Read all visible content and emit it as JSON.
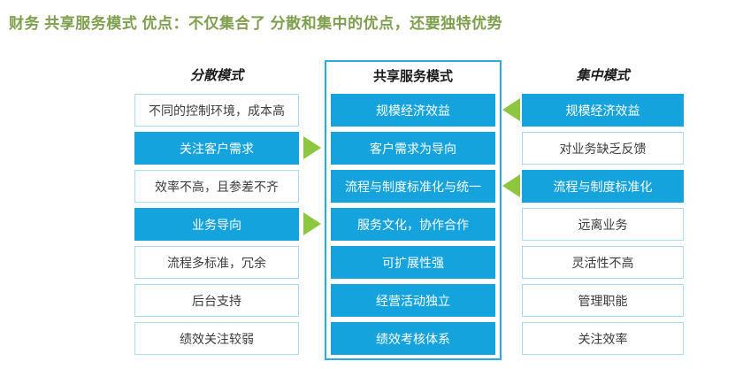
{
  "title": "财务 共享服务模式 优点：不仅集合了 分散和集中的优点，还要独特优势",
  "colors": {
    "title_green": "#7EA04E",
    "item_blue": "#14A3DC",
    "light_blue_border": "#A9DBF2",
    "panel_border_blue": "#29ABE2",
    "arrow_green": "#8DC63F"
  },
  "columns": {
    "left": {
      "header": "分散模式",
      "items": [
        {
          "label": "不同的控制环境，成本高",
          "highlight": false
        },
        {
          "label": "关注客户需求",
          "highlight": true
        },
        {
          "label": "效率不高，且参差不齐",
          "highlight": false
        },
        {
          "label": "业务导向",
          "highlight": true
        },
        {
          "label": "流程多标准，冗余",
          "highlight": false
        },
        {
          "label": "后台支持",
          "highlight": false
        },
        {
          "label": "绩效关注较弱",
          "highlight": false
        }
      ]
    },
    "middle": {
      "header": "共享服务模式",
      "items": [
        {
          "label": "规模经济效益",
          "highlight": true
        },
        {
          "label": "客户需求为导向",
          "highlight": true
        },
        {
          "label": "流程与制度标准化与统一",
          "highlight": true
        },
        {
          "label": "服务文化，协作合作",
          "highlight": true
        },
        {
          "label": "可扩展性强",
          "highlight": true
        },
        {
          "label": "经营活动独立",
          "highlight": true
        },
        {
          "label": "绩效考核体系",
          "highlight": true
        }
      ]
    },
    "right": {
      "header": "集中模式",
      "items": [
        {
          "label": "规模经济效益",
          "highlight": true
        },
        {
          "label": "对业务缺乏反馈",
          "highlight": false
        },
        {
          "label": "流程与制度标准化",
          "highlight": true
        },
        {
          "label": "远离业务",
          "highlight": false
        },
        {
          "label": "灵活性不高",
          "highlight": false
        },
        {
          "label": "管理职能",
          "highlight": false
        },
        {
          "label": "关注效率",
          "highlight": false
        }
      ]
    }
  },
  "arrows": [
    {
      "direction": "right",
      "row": 2,
      "from": "分散模式",
      "to": "共享服务模式"
    },
    {
      "direction": "right",
      "row": 4,
      "from": "分散模式",
      "to": "共享服务模式"
    },
    {
      "direction": "left",
      "row": 1,
      "from": "集中模式",
      "to": "共享服务模式"
    },
    {
      "direction": "left",
      "row": 3,
      "from": "集中模式",
      "to": "共享服务模式"
    }
  ]
}
